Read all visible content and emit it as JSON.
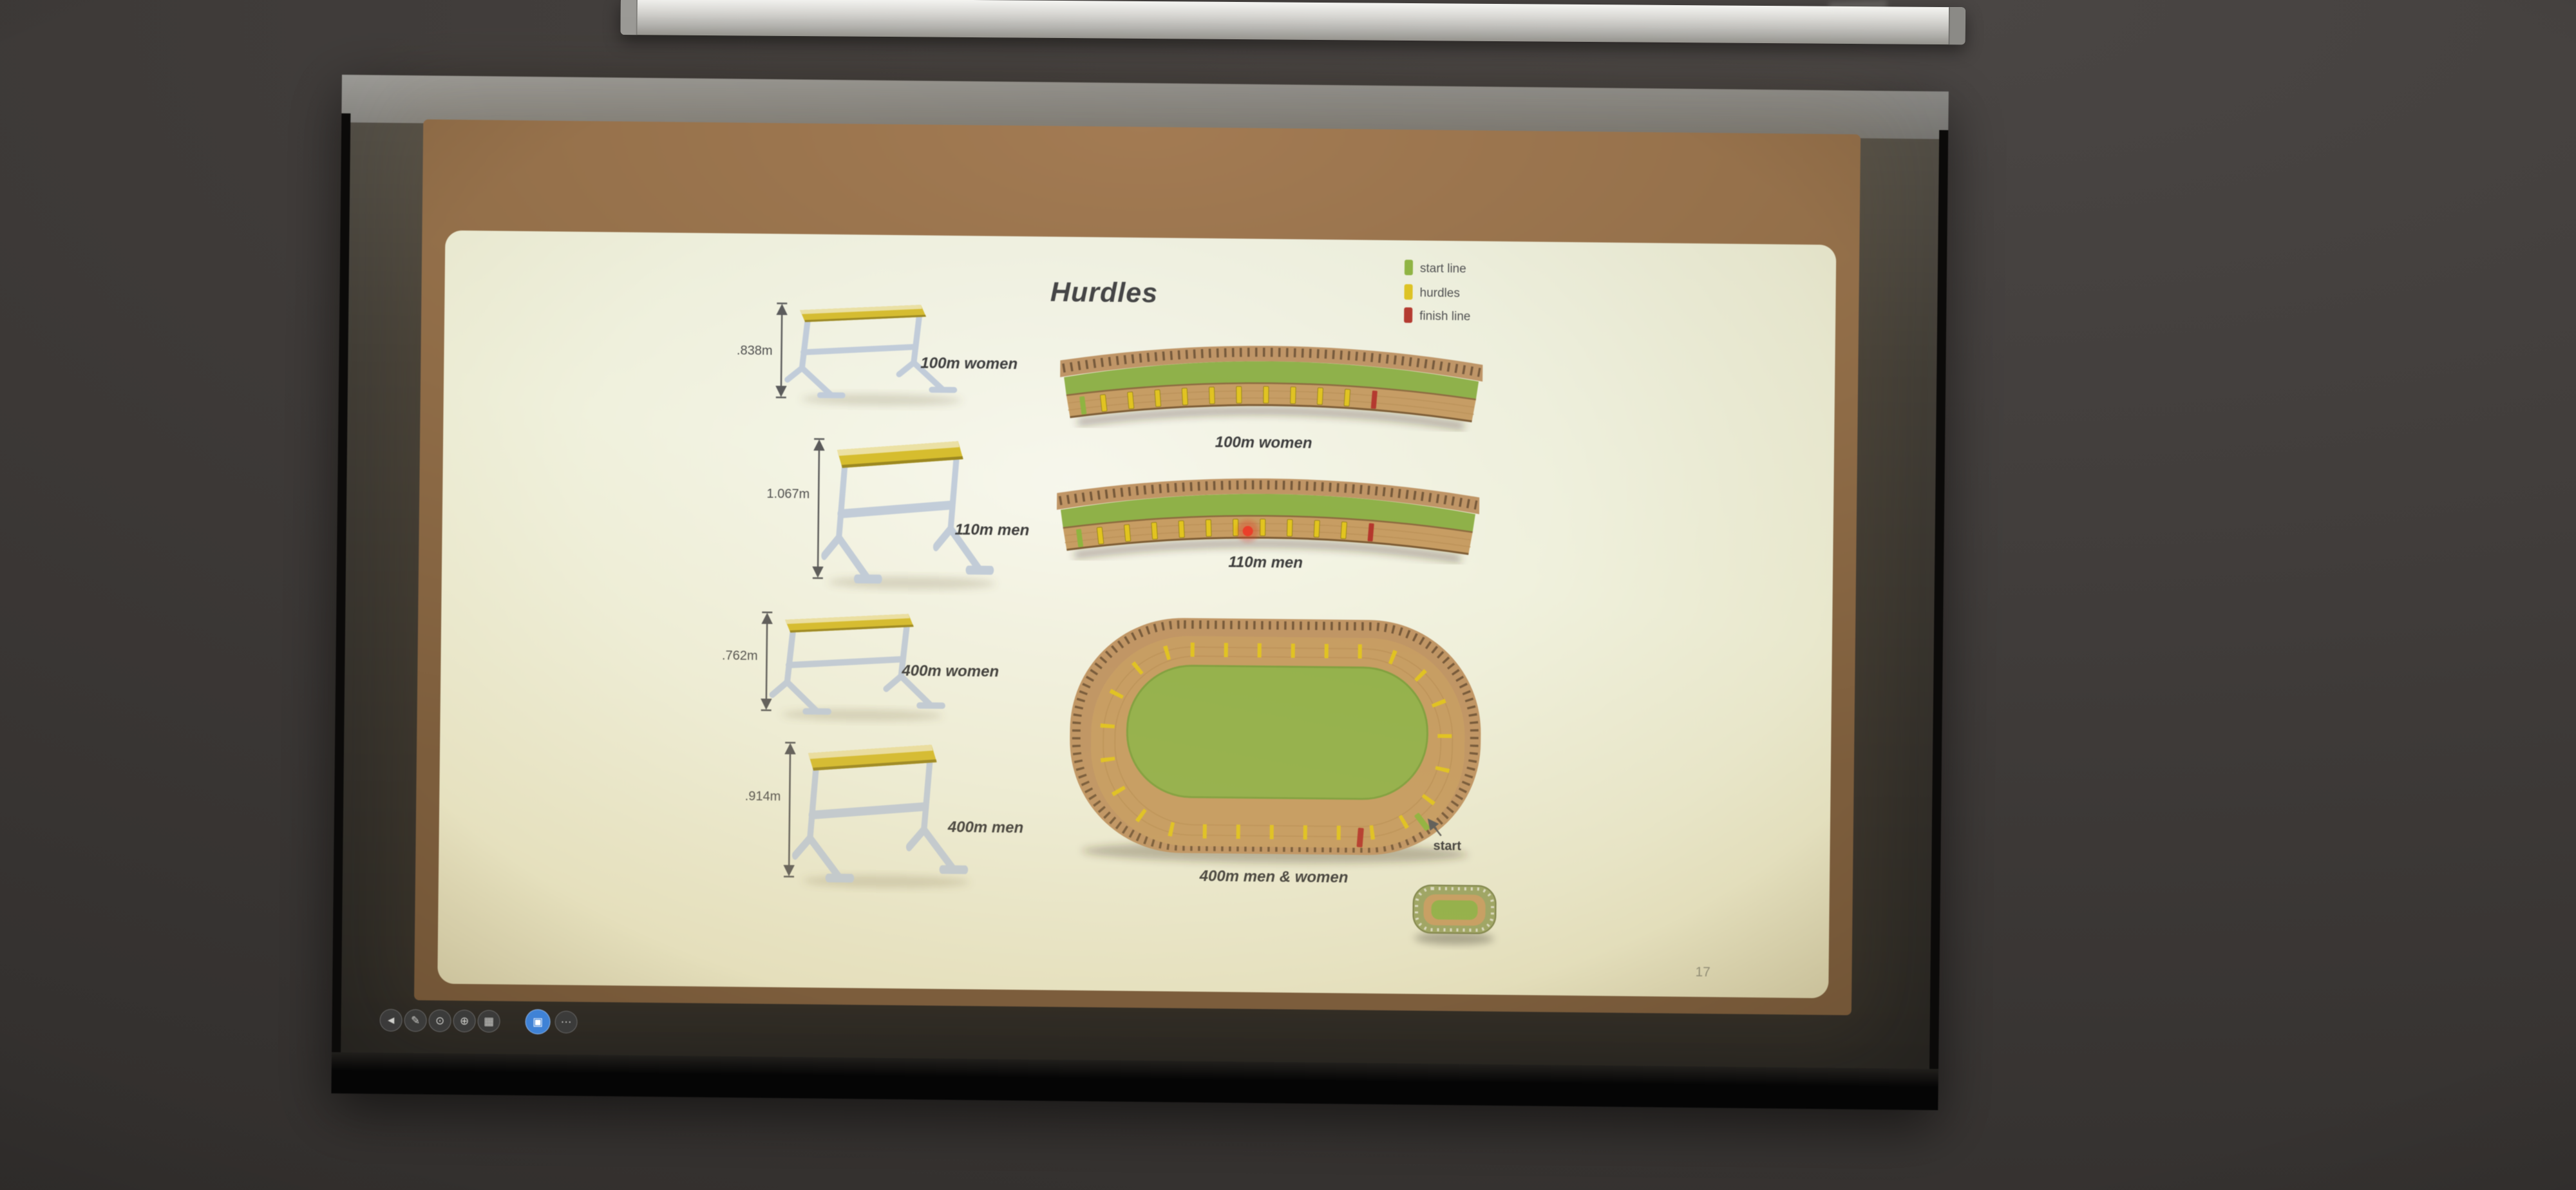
{
  "slide": {
    "title": "Hurdles",
    "page_number": "17",
    "legend": {
      "items": [
        {
          "label": "start line",
          "color": "#8fb43f"
        },
        {
          "label": "hurdles",
          "color": "#e0c41f"
        },
        {
          "label": "finish line",
          "color": "#b5372c"
        }
      ]
    },
    "hurdle_specs": [
      {
        "height": ".838m",
        "event": "100m women"
      },
      {
        "height": "1.067m",
        "event": "110m men"
      },
      {
        "height": ".762m",
        "event": "400m women"
      },
      {
        "height": ".914m",
        "event": "400m men"
      }
    ],
    "tracks": [
      {
        "type": "straight",
        "label": "100m women"
      },
      {
        "type": "straight",
        "label": "110m men"
      },
      {
        "type": "oval",
        "label": "400m men & women",
        "start_label": "start"
      }
    ]
  },
  "presenter_toolbar": {
    "accent_color": "#3f82d6",
    "buttons": [
      {
        "name": "previous",
        "glyph": "◄"
      },
      {
        "name": "pen",
        "glyph": "✎"
      },
      {
        "name": "laser-pointer",
        "glyph": "⊙"
      },
      {
        "name": "zoom",
        "glyph": "⊕"
      },
      {
        "name": "see-all-slides",
        "glyph": "▦"
      },
      {
        "name": "subtitles",
        "glyph": "▣"
      },
      {
        "name": "more-options",
        "glyph": "⋯"
      }
    ]
  }
}
